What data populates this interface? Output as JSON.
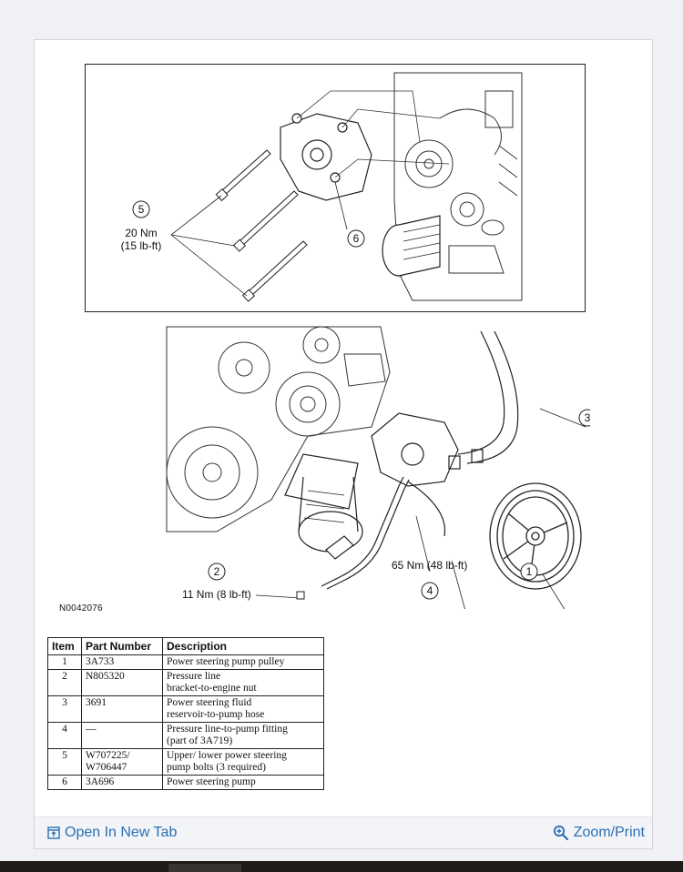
{
  "figure": {
    "callouts": {
      "c1": "1",
      "c2": "2",
      "c3": "3",
      "c4": "4",
      "c5": "5",
      "c6": "6"
    },
    "torque_5_nm": "20 Nm",
    "torque_5_lbft": "(15 lb-ft)",
    "torque_2": "11 Nm (8 lb-ft)",
    "torque_4": "65 Nm (48 lb-ft)",
    "figure_id": "N0042076"
  },
  "table": {
    "headers": [
      "Item",
      "Part Number",
      "Description"
    ],
    "rows": [
      {
        "item": "1",
        "part": "3A733",
        "desc1": "Power steering pump pulley",
        "desc2": ""
      },
      {
        "item": "2",
        "part": "N805320",
        "desc1": "Pressure line",
        "desc2": "bracket-to-engine nut"
      },
      {
        "item": "3",
        "part": "3691",
        "desc1": "Power steering fluid",
        "desc2": "reservoir-to-pump hose"
      },
      {
        "item": "4",
        "part": "—",
        "desc1": "Pressure line-to-pump fitting",
        "desc2": "(part of 3A719)"
      },
      {
        "item": "5",
        "part": "W707225/",
        "part2": "W706447",
        "desc1": "Upper/ lower power steering",
        "desc2": "pump bolts (3 required)"
      },
      {
        "item": "6",
        "part": "3A696",
        "desc1": "Power steering pump",
        "desc2": ""
      }
    ]
  },
  "actions": {
    "open_tab": "Open In New Tab",
    "zoom_print": "Zoom/Print"
  },
  "icons": {
    "open_tab": "open-in-new-tab-icon",
    "zoom": "magnifier-plus-icon"
  },
  "colors": {
    "link": "#2a6fb5"
  }
}
